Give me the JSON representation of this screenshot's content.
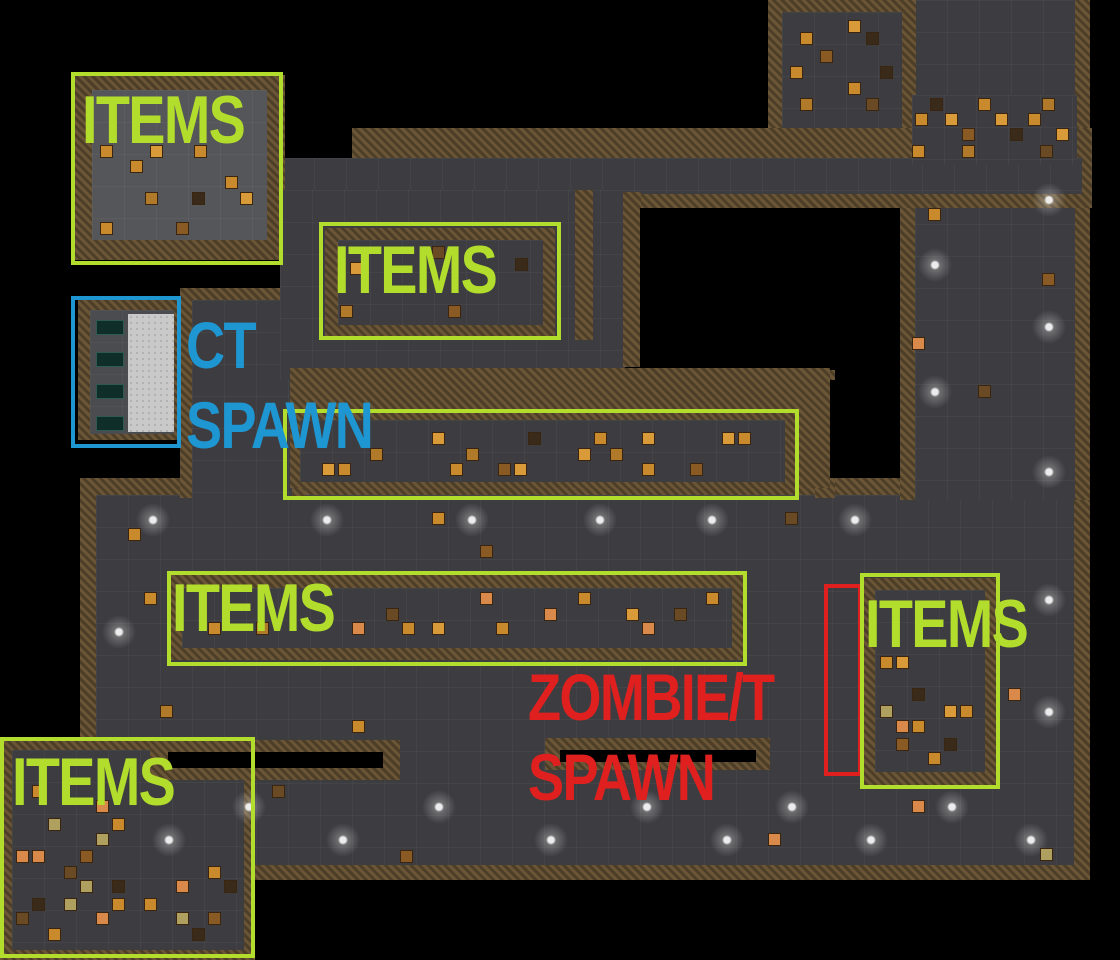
{
  "labels": {
    "items_top_left": "ITEMS",
    "items_top_mid": "ITEMS",
    "ct_spawn_line1": "CT",
    "ct_spawn_line2": "SPAWN",
    "items_mid_left": "ITEMS",
    "items_right": "ITEMS",
    "zombie_line1": "ZOMBIE/T",
    "zombie_line2": "SPAWN",
    "items_bottom_left": "ITEMS"
  },
  "colors": {
    "items": "#b3dd2c",
    "ct": "#1e96d2",
    "zombie": "#e0201e",
    "floor": "#3d3d41",
    "wall": "#5b4a30",
    "crate": "#c98a2e"
  }
}
